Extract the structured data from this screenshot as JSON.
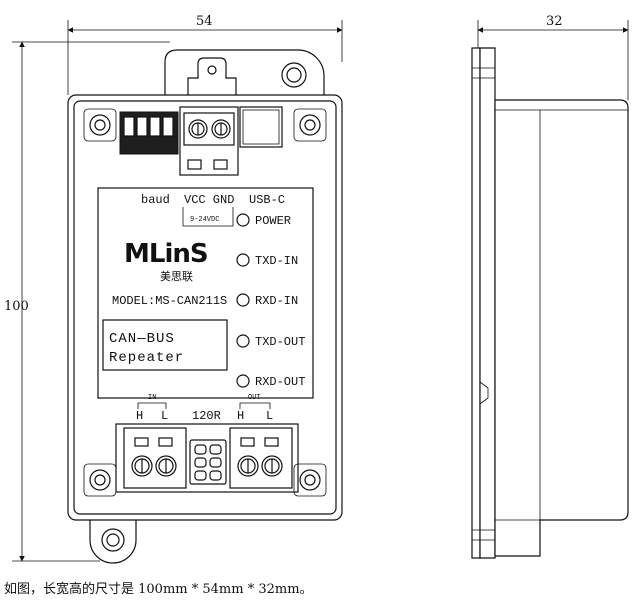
{
  "dimensions": {
    "width_label": "54",
    "depth_label": "32",
    "height_label": "100"
  },
  "top_labels": {
    "baud": "baud",
    "power_in": "VCC GND",
    "usb": "USB-C",
    "voltage": "9-24VDC"
  },
  "leds": [
    {
      "label": "POWER"
    },
    {
      "label": "TXD-IN"
    },
    {
      "label": "RXD-IN"
    },
    {
      "label": "TXD-OUT"
    },
    {
      "label": "RXD-OUT"
    }
  ],
  "logo": {
    "mark": "MLinS",
    "chinese": "美思联"
  },
  "model": "MODEL:MS-CAN211S",
  "product_box": {
    "line1": "CAN—BUS",
    "line2": "Repeater"
  },
  "bottom_labels": {
    "in": "IN",
    "in_h": "H",
    "in_l": "L",
    "resistor": "120R",
    "out": "OUT",
    "out_h": "H",
    "out_l": "L"
  },
  "caption": "如图，长宽高的尺寸是 100mm * 54mm * 32mm。"
}
